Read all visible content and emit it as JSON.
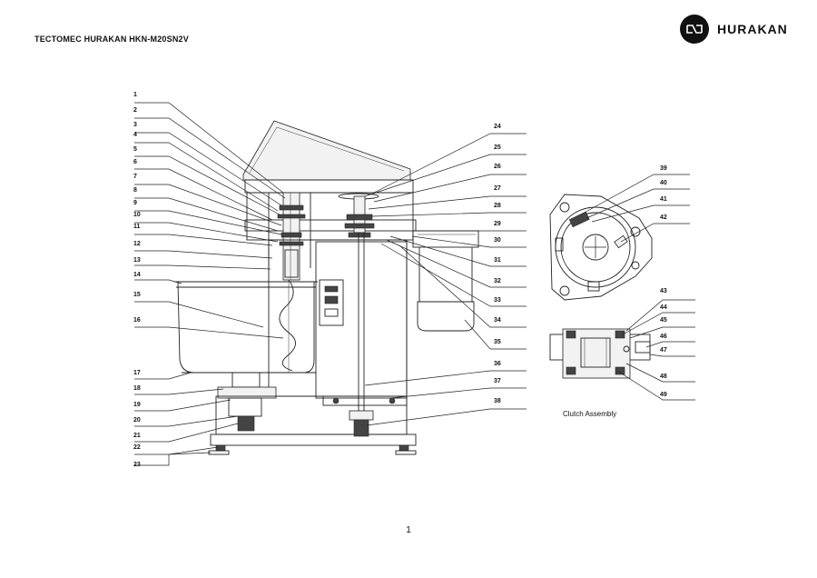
{
  "header": {
    "title": "TECTOMEC HURAKAN HKN-M20SN2V",
    "brand": "HURAKAN"
  },
  "diagram": {
    "left_labels": [
      "1",
      "2",
      "3",
      "4",
      "5",
      "6",
      "7",
      "8",
      "9",
      "10",
      "11",
      "12",
      "13",
      "14",
      "15",
      "16",
      "17",
      "18",
      "19",
      "20",
      "21",
      "22",
      "23"
    ],
    "right_labels": [
      "24",
      "25",
      "26",
      "27",
      "28",
      "29",
      "30",
      "31",
      "32",
      "33",
      "34",
      "35",
      "36",
      "37",
      "38"
    ],
    "clutch_labels": [
      "39",
      "40",
      "41",
      "42",
      "43",
      "44",
      "45",
      "46",
      "47",
      "48",
      "49"
    ],
    "clutch_caption": "Clutch Assembly"
  },
  "footer": {
    "page_number": "1"
  }
}
